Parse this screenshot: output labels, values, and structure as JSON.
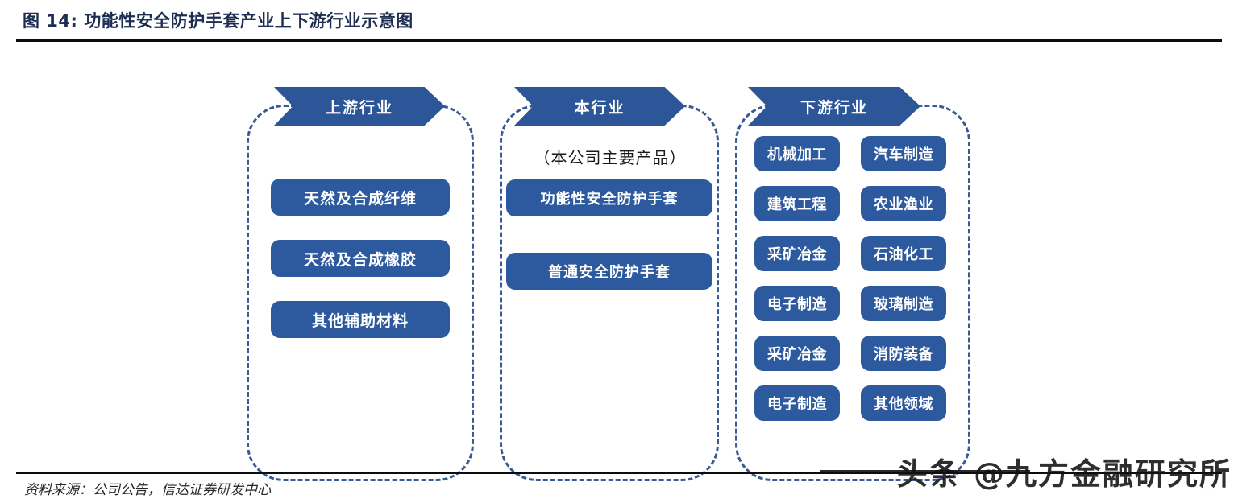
{
  "figure": {
    "number_label": "图  14:",
    "title": "图  14:  功能性安全防护手套产业上下游行业示意图"
  },
  "diagram": {
    "type": "value-chain",
    "columns": [
      {
        "key": "upstream",
        "banner": "上游行业",
        "note": "",
        "items": [
          "天然及合成纤维",
          "天然及合成橡胶",
          "其他辅助材料"
        ]
      },
      {
        "key": "self",
        "banner": "本行业",
        "note": "（本公司主要产品）",
        "items": [
          "功能性安全防护手套",
          "普通安全防护手套"
        ]
      },
      {
        "key": "downstream",
        "banner": "下游行业",
        "note": "",
        "rows": [
          {
            "left": "机械加工",
            "right": "汽车制造"
          },
          {
            "left": "建筑工程",
            "right": "农业渔业"
          },
          {
            "left": "采矿冶金",
            "right": "石油化工"
          },
          {
            "left": "电子制造",
            "right": "玻璃制造"
          },
          {
            "left": "采矿冶金",
            "right": "消防装备"
          },
          {
            "left": "电子制造",
            "right": "其他领域"
          }
        ]
      }
    ]
  },
  "footer": {
    "source": "资料来源：公司公告，信达证券研发中心"
  },
  "watermark": {
    "text": "头条 @九方金融研究所"
  },
  "colors": {
    "banner_blue": "#2c5697",
    "pill_blue": "#2d5a9e",
    "dashed_border": "#3a5a93",
    "title_navy": "#1d2e52",
    "rule_black": "#0d0d0d"
  }
}
